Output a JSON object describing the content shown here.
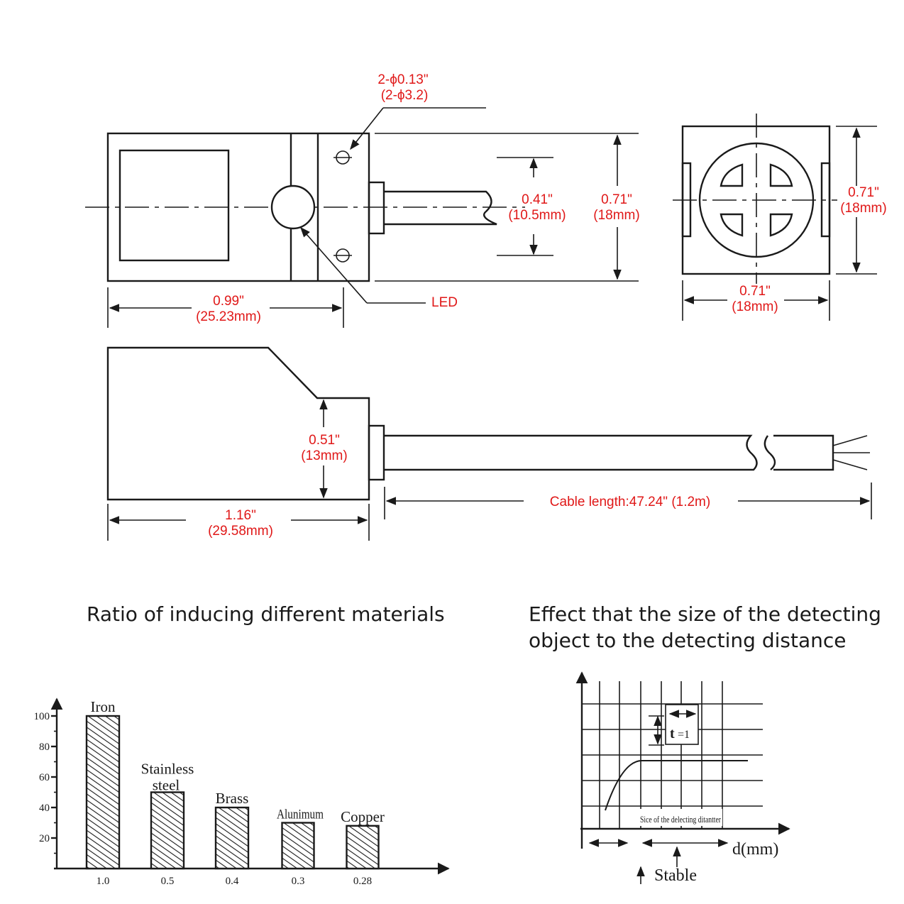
{
  "colors": {
    "dimension": "#e01818",
    "line": "#1a1a1a"
  },
  "top_view": {
    "hole_label": "2-ϕ0.13\"",
    "hole_label_mm": "(2-ϕ3.2)",
    "center_label": "0.41\"",
    "center_label_mm": "(10.5mm)",
    "height_label": "0.71\"",
    "height_label_mm": "(18mm)",
    "length_label": "0.99\"",
    "length_label_mm": "(25.23mm)",
    "led_label": "LED"
  },
  "end_view": {
    "height_label": "0.71\"",
    "height_label_mm": "(18mm)",
    "width_label": "0.71\"",
    "width_label_mm": "(18mm)"
  },
  "side_view": {
    "height_label": "0.51\"",
    "height_label_mm": "(13mm)",
    "length_label": "1.16\"",
    "length_label_mm": "(29.58mm)",
    "cable_label": "Cable length:47.24\" (1.2m)"
  },
  "materials_chart": {
    "title": "Ratio of inducing different materials",
    "y_ticks": [
      "100",
      "80",
      "60",
      "40",
      "20"
    ],
    "bars": [
      {
        "name": "Iron",
        "ratio": "1.0",
        "value": 100
      },
      {
        "name": "Stainless steel",
        "name_line1": "Stainless",
        "name_line2": "steel",
        "ratio": "0.5",
        "value": 50
      },
      {
        "name": "Brass",
        "ratio": "0.4",
        "value": 40
      },
      {
        "name": "Alunimum",
        "ratio": "0.3",
        "value": 30
      },
      {
        "name": "Copper",
        "ratio": "0.28",
        "value": 28
      }
    ]
  },
  "size_chart": {
    "title_line1": "Effect that the size of the detecting",
    "title_line2": "object to the detecting distance",
    "x_label": "d(mm)",
    "t_label": "t",
    "t_value": "=1",
    "annotation": "Sice of the delecting ditantter",
    "stable_label": "Stable"
  }
}
